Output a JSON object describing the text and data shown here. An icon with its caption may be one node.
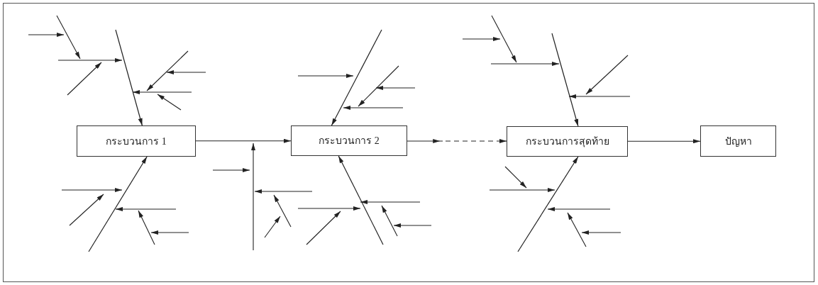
{
  "diagram": {
    "nodes": [
      {
        "text": [
          "กระบวนการ 1"
        ]
      },
      {
        "text": [
          "กระบวนการ 2"
        ]
      },
      {
        "text": [
          "กระบวนการสุดท้าย"
        ]
      },
      {
        "text": [
          "ปัญหา"
        ]
      }
    ],
    "edges": [
      {
        "from": 0,
        "to": 1,
        "arrow": "to"
      },
      {
        "from": 1,
        "to": 2,
        "arrow": "to",
        "style": "dashed"
      },
      {
        "from": 2,
        "to": 3,
        "arrow": "to"
      },
      {
        "from": null,
        "to": 0,
        "arrow": "to"
      },
      {
        "from": null,
        "to": 0,
        "arrow": "to"
      },
      {
        "from": null,
        "to": 1,
        "arrow": "to"
      },
      {
        "from": null,
        "to": 1,
        "arrow": "to"
      },
      {
        "from": null,
        "to": 2,
        "arrow": "to"
      },
      {
        "from": null,
        "to": 2,
        "arrow": "to"
      }
    ]
  }
}
